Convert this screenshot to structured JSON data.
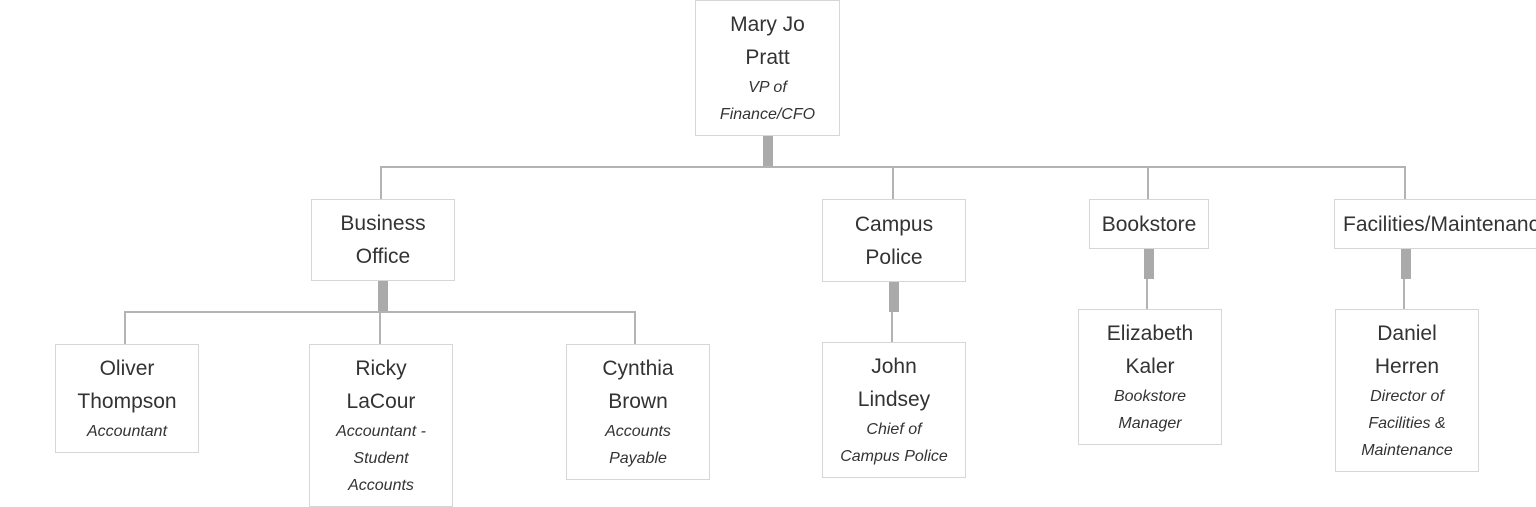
{
  "nodes": {
    "mary": {
      "name_lines": [
        "Mary Jo",
        "Pratt"
      ],
      "title_lines": [
        "VP of",
        "Finance/CFO"
      ]
    },
    "business": {
      "name_lines": [
        "Business",
        "Office"
      ]
    },
    "police": {
      "name_lines": [
        "Campus",
        "Police"
      ]
    },
    "bookstore": {
      "name_lines": [
        "Bookstore"
      ]
    },
    "facilities": {
      "name_lines": [
        "Facilities/Maintenance"
      ]
    },
    "oliver": {
      "name_lines": [
        "Oliver",
        "Thompson"
      ],
      "title_lines": [
        "Accountant"
      ]
    },
    "ricky": {
      "name_lines": [
        "Ricky",
        "LaCour"
      ],
      "title_lines": [
        "Accountant -",
        "Student",
        "Accounts"
      ]
    },
    "cynthia": {
      "name_lines": [
        "Cynthia",
        "Brown"
      ],
      "title_lines": [
        "Accounts",
        "Payable"
      ]
    },
    "john": {
      "name_lines": [
        "John",
        "Lindsey"
      ],
      "title_lines": [
        "Chief of",
        "Campus Police"
      ]
    },
    "elizabeth": {
      "name_lines": [
        "Elizabeth",
        "Kaler"
      ],
      "title_lines": [
        "Bookstore",
        "Manager"
      ]
    },
    "daniel": {
      "name_lines": [
        "Daniel",
        "Herren"
      ],
      "title_lines": [
        "Director of",
        "Facilities &",
        "Maintenance"
      ]
    }
  }
}
